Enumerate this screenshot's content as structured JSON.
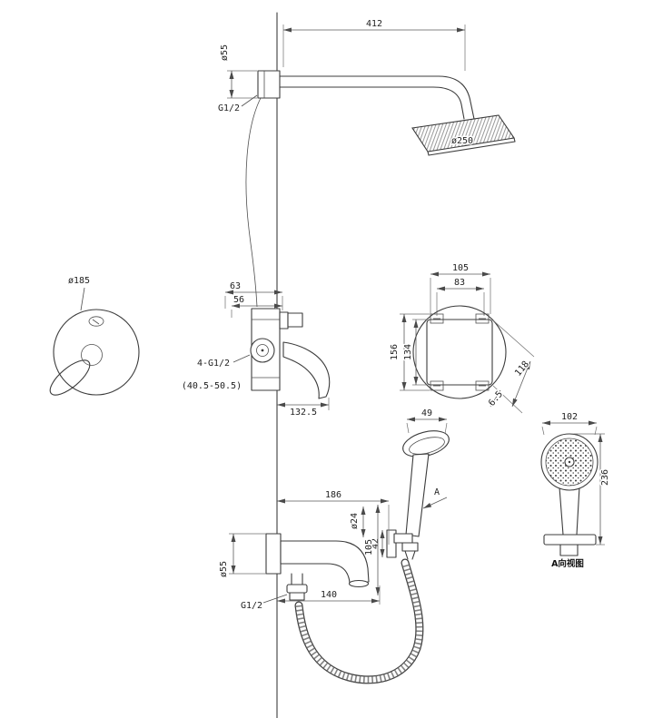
{
  "drawing": {
    "labels": {
      "arm_length": "412",
      "flange_dia_top": "ø55",
      "thread_top": "G1/2",
      "head_dia": "ø250",
      "trim_dia": "ø185",
      "depth_outer": "63",
      "depth_inner": "56",
      "valve_threads": "4-G1/2",
      "depth_range": "(40.5-50.5)",
      "valve_width": "132.5",
      "box_width_outer": "105",
      "box_width_inner": "83",
      "box_height_outer": "156",
      "box_height_inner": "134",
      "box_diagonal": "118",
      "box_offset": "6.5",
      "hand_head_width": "49",
      "bracket_height": "42",
      "view_arrow": "A",
      "face_width": "102",
      "face_height": "236",
      "view_caption": "A向视图",
      "spout_reach_total": "186",
      "spout_tip_dia": "ø24",
      "spout_drop": "105",
      "spout_reach": "140",
      "spout_flange_dia": "ø55",
      "thread_bottom": "G1/2"
    }
  }
}
